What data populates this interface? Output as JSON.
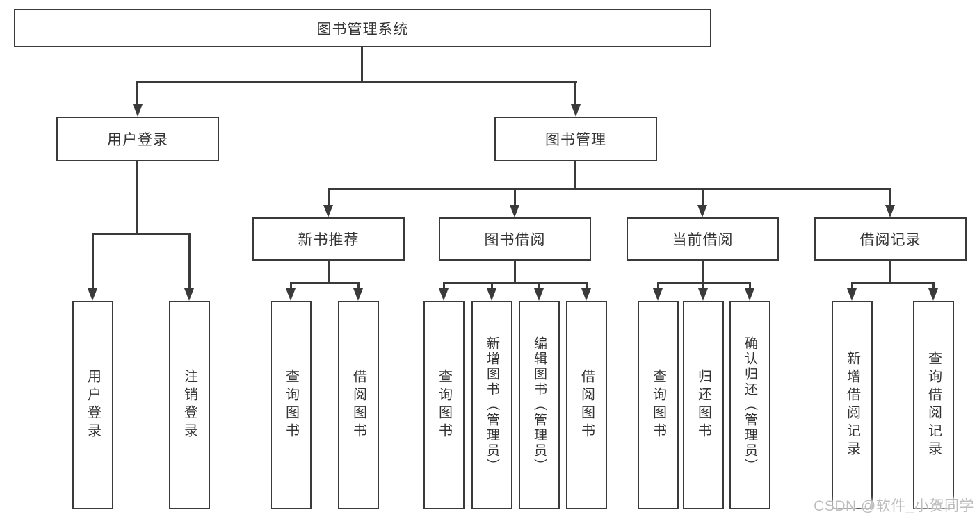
{
  "tree": {
    "label": "图书管理系统",
    "children": [
      {
        "label": "用户登录",
        "children": [
          {
            "label": "用户登录"
          },
          {
            "label": "注销登录"
          }
        ]
      },
      {
        "label": "图书管理",
        "children": [
          {
            "label": "新书推荐",
            "children": [
              {
                "label": "查询图书"
              },
              {
                "label": "借阅图书"
              }
            ]
          },
          {
            "label": "图书借阅",
            "children": [
              {
                "label": "查询图书"
              },
              {
                "label": "新增图书（管理员）"
              },
              {
                "label": "编辑图书（管理员）"
              },
              {
                "label": "借阅图书"
              }
            ]
          },
          {
            "label": "当前借阅",
            "children": [
              {
                "label": "查询图书"
              },
              {
                "label": "归还图书"
              },
              {
                "label": "确认归还（管理员）"
              }
            ]
          },
          {
            "label": "借阅记录",
            "children": [
              {
                "label": "新增借阅记录"
              },
              {
                "label": "查询借阅记录"
              }
            ]
          }
        ]
      }
    ]
  },
  "watermark": {
    "text": "CSDN @软件_小贺同学"
  },
  "colors": {
    "line": "#3a3a3a",
    "box_background": "#ffffff",
    "text": "#333333",
    "watermark": "#b9b9b9"
  }
}
